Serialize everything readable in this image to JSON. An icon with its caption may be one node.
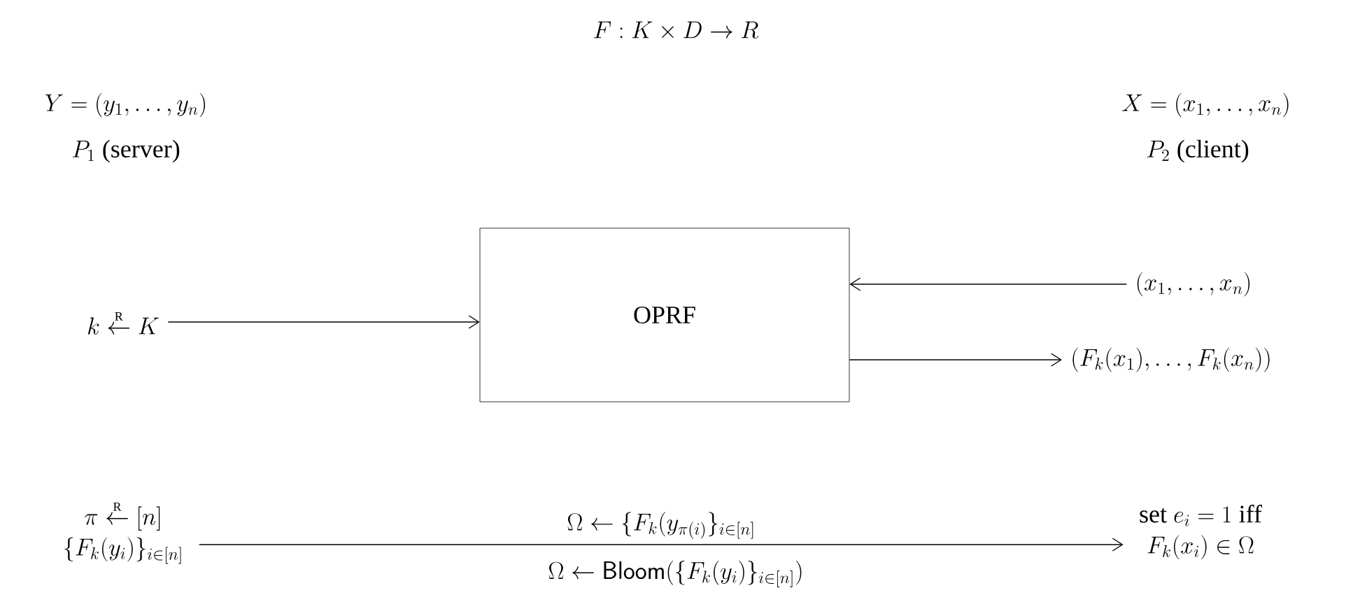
{
  "diagram": {
    "title": "F : K \\times D \\to R",
    "nodes": [
      {
        "text": [
          "k \\overset{\\scriptscriptstyle\\mathrm{R}}{\\leftarrow} K"
        ]
      },
      {
        "text": [
          "\\mathrm{OPRF}"
        ]
      },
      {
        "text": [
          "(x_1, \\ldots, x_n)"
        ]
      },
      {
        "text": [
          "(F_k(x_1), \\ldots, F_k(x_n))"
        ]
      },
      {
        "text": [
          "\\pi \\overset{\\scriptscriptstyle\\mathrm{R}}{\\leftarrow} [n]",
          "\\{F_k(y_i)\\}_{i \\in [n]}"
        ]
      },
      {
        "text": [
          "\\text{set } e_i = 1 \\text{ iff}",
          "F_k(x_i) \\in \\Omega"
        ]
      }
    ],
    "edges": [
      {
        "from": 0,
        "to": 1,
        "arrow": "to"
      },
      {
        "from": 2,
        "to": 1,
        "arrow": "to"
      },
      {
        "from": 1,
        "to": 3,
        "arrow": "to"
      },
      {
        "from": 4,
        "to": 5,
        "arrow": "to",
        "label": "\\Omega \\leftarrow \\{F_k(y_{\\pi(i)}\\}_{i \\in [n]}"
      }
    ],
    "labels": [
      "Y = (y_1, \\ldots, y_n)",
      "X = (x_1, \\ldots, x_n)",
      "P_1 \\text{ (server)}",
      "P_2 \\text{ (client)}",
      "\\Omega \\leftarrow \\mathsf{Bloom}(\\{F_k(y_i)\\}_{i \\in [n]})"
    ]
  }
}
